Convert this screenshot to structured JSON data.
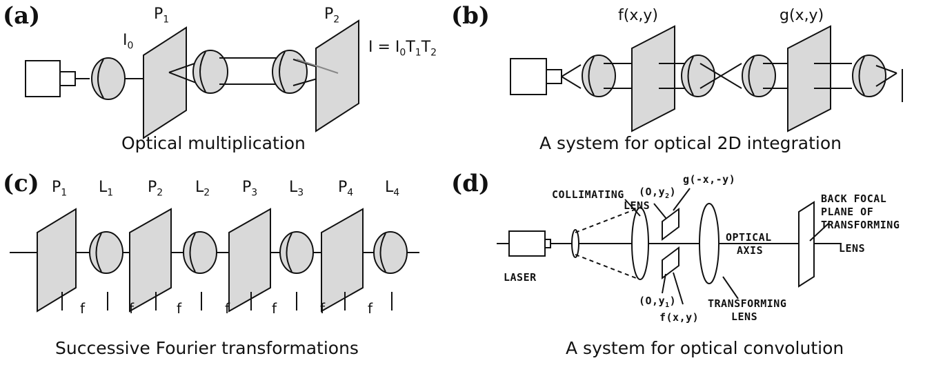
{
  "panel_a": {
    "tag": "(a)",
    "p1": "P",
    "p1_sub": "1",
    "p2": "P",
    "p2_sub": "2",
    "i0": "I",
    "i0_sub": "0",
    "eq_lhs": "I = I",
    "eq_sub0": "0",
    "eq_t1": "T",
    "eq_sub1": "1",
    "eq_t2": "T",
    "eq_sub2": "2",
    "caption": "Optical multiplication"
  },
  "panel_b": {
    "tag": "(b)",
    "f_label": "f(x,y)",
    "g_label": "g(x,y)",
    "caption": "A system for optical 2D integration"
  },
  "panel_c": {
    "tag": "(c)",
    "labels": [
      {
        "main": "P",
        "sub": "1"
      },
      {
        "main": "L",
        "sub": "1"
      },
      {
        "main": "P",
        "sub": "2"
      },
      {
        "main": "L",
        "sub": "2"
      },
      {
        "main": "P",
        "sub": "3"
      },
      {
        "main": "L",
        "sub": "3"
      },
      {
        "main": "P",
        "sub": "4"
      },
      {
        "main": "L",
        "sub": "4"
      }
    ],
    "f_marks": [
      "f",
      "f",
      "f",
      "f",
      "f",
      "f",
      "f"
    ],
    "caption": "Successive Fourier transformations"
  },
  "panel_d": {
    "tag": "(d)",
    "collimating": "COLLIMATING",
    "lens": "LENS",
    "oy2": "(O,y",
    "oy2_sub": "2",
    "oy2_close": ")",
    "g_label": "g(-x,-y)",
    "back_focal_1": "BACK FOCAL",
    "back_focal_2": "PLANE OF",
    "back_focal_3": "TRANSFORMING",
    "back_focal_4": "LENS",
    "optical": "OPTICAL",
    "axis": "AXIS",
    "laser": "LASER",
    "oy1": "(O,y",
    "oy1_sub": "1",
    "oy1_close": ")",
    "f_label": "f(x,y)",
    "transforming": "TRANSFORMING",
    "trans_lens": "LENS",
    "caption": "A system for optical convolution"
  },
  "colors": {
    "fill": "#d9d9d9",
    "stroke": "#111111",
    "background": "#ffffff"
  }
}
